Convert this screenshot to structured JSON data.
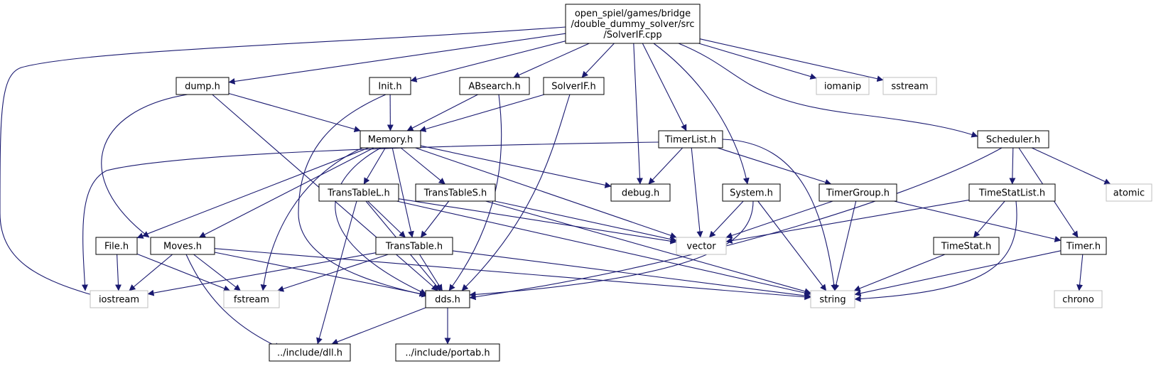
{
  "colors": {
    "edge": "#191970",
    "node_border": "#000000",
    "external_border": "#bfbfbf",
    "root_fill": "#bfbfbf",
    "node_fill": "#ffffff",
    "text": "#000000"
  },
  "nodes": [
    {
      "id": "root",
      "lines": [
        "open_spiel/games/bridge",
        "/double_dummy_solver/src",
        "/SolverIF.cpp"
      ],
      "kind": "root"
    },
    {
      "id": "dump",
      "lines": [
        "dump.h"
      ],
      "kind": "local"
    },
    {
      "id": "init",
      "lines": [
        "Init.h"
      ],
      "kind": "local"
    },
    {
      "id": "absearch",
      "lines": [
        "ABsearch.h"
      ],
      "kind": "local"
    },
    {
      "id": "solverif",
      "lines": [
        "SolverIF.h"
      ],
      "kind": "local"
    },
    {
      "id": "iomanip",
      "lines": [
        "iomanip"
      ],
      "kind": "external"
    },
    {
      "id": "sstream",
      "lines": [
        "sstream"
      ],
      "kind": "external"
    },
    {
      "id": "memory",
      "lines": [
        "Memory.h"
      ],
      "kind": "local"
    },
    {
      "id": "timerlist",
      "lines": [
        "TimerList.h"
      ],
      "kind": "local"
    },
    {
      "id": "scheduler",
      "lines": [
        "Scheduler.h"
      ],
      "kind": "local"
    },
    {
      "id": "transtablel",
      "lines": [
        "TransTableL.h"
      ],
      "kind": "local"
    },
    {
      "id": "transtables",
      "lines": [
        "TransTableS.h"
      ],
      "kind": "local"
    },
    {
      "id": "debug",
      "lines": [
        "debug.h"
      ],
      "kind": "local"
    },
    {
      "id": "system",
      "lines": [
        "System.h"
      ],
      "kind": "local"
    },
    {
      "id": "timergroup",
      "lines": [
        "TimerGroup.h"
      ],
      "kind": "local"
    },
    {
      "id": "timestatlist",
      "lines": [
        "TimeStatList.h"
      ],
      "kind": "local"
    },
    {
      "id": "atomic",
      "lines": [
        "atomic"
      ],
      "kind": "external"
    },
    {
      "id": "file",
      "lines": [
        "File.h"
      ],
      "kind": "local"
    },
    {
      "id": "moves",
      "lines": [
        "Moves.h"
      ],
      "kind": "local"
    },
    {
      "id": "transtable",
      "lines": [
        "TransTable.h"
      ],
      "kind": "local"
    },
    {
      "id": "vector",
      "lines": [
        "vector"
      ],
      "kind": "external"
    },
    {
      "id": "timestat",
      "lines": [
        "TimeStat.h"
      ],
      "kind": "local"
    },
    {
      "id": "timer",
      "lines": [
        "Timer.h"
      ],
      "kind": "local"
    },
    {
      "id": "iostream",
      "lines": [
        "iostream"
      ],
      "kind": "external"
    },
    {
      "id": "fstream",
      "lines": [
        "fstream"
      ],
      "kind": "external"
    },
    {
      "id": "dds",
      "lines": [
        "dds.h"
      ],
      "kind": "local"
    },
    {
      "id": "string",
      "lines": [
        "string"
      ],
      "kind": "external"
    },
    {
      "id": "chrono",
      "lines": [
        "chrono"
      ],
      "kind": "external"
    },
    {
      "id": "dll",
      "lines": [
        "../include/dll.h"
      ],
      "kind": "local"
    },
    {
      "id": "portab",
      "lines": [
        "../include/portab.h"
      ],
      "kind": "local"
    }
  ],
  "edges": [
    [
      "root",
      "iostream"
    ],
    [
      "root",
      "dump"
    ],
    [
      "root",
      "init"
    ],
    [
      "root",
      "absearch"
    ],
    [
      "root",
      "solverif"
    ],
    [
      "root",
      "debug"
    ],
    [
      "root",
      "timerlist"
    ],
    [
      "root",
      "system"
    ],
    [
      "root",
      "scheduler"
    ],
    [
      "root",
      "iomanip"
    ],
    [
      "root",
      "sstream"
    ],
    [
      "dump",
      "moves"
    ],
    [
      "dump",
      "dds"
    ],
    [
      "dump",
      "memory"
    ],
    [
      "init",
      "memory"
    ],
    [
      "init",
      "dds"
    ],
    [
      "absearch",
      "memory"
    ],
    [
      "absearch",
      "dds"
    ],
    [
      "solverif",
      "memory"
    ],
    [
      "solverif",
      "dds"
    ],
    [
      "memory",
      "file"
    ],
    [
      "memory",
      "moves"
    ],
    [
      "memory",
      "transtable"
    ],
    [
      "memory",
      "transtablel"
    ],
    [
      "memory",
      "transtables"
    ],
    [
      "memory",
      "debug"
    ],
    [
      "memory",
      "vector"
    ],
    [
      "memory",
      "dds"
    ],
    [
      "memory",
      "fstream"
    ],
    [
      "timerlist",
      "iostream"
    ],
    [
      "timerlist",
      "debug"
    ],
    [
      "timerlist",
      "vector"
    ],
    [
      "timerlist",
      "timergroup"
    ],
    [
      "timerlist",
      "string"
    ],
    [
      "transtablel",
      "transtable"
    ],
    [
      "transtablel",
      "vector"
    ],
    [
      "transtablel",
      "dds"
    ],
    [
      "transtablel",
      "dll"
    ],
    [
      "transtablel",
      "string"
    ],
    [
      "transtables",
      "transtable"
    ],
    [
      "transtables",
      "vector"
    ],
    [
      "transtables",
      "string"
    ],
    [
      "system",
      "vector"
    ],
    [
      "system",
      "string"
    ],
    [
      "system",
      "dds"
    ],
    [
      "timergroup",
      "vector"
    ],
    [
      "timergroup",
      "string"
    ],
    [
      "timergroup",
      "timer"
    ],
    [
      "scheduler",
      "timestatlist"
    ],
    [
      "scheduler",
      "timer"
    ],
    [
      "scheduler",
      "atomic"
    ],
    [
      "scheduler",
      "dds"
    ],
    [
      "timestatlist",
      "vector"
    ],
    [
      "timestatlist",
      "timestat"
    ],
    [
      "timestatlist",
      "string"
    ],
    [
      "file",
      "iostream"
    ],
    [
      "file",
      "fstream"
    ],
    [
      "moves",
      "iostream"
    ],
    [
      "moves",
      "fstream"
    ],
    [
      "moves",
      "dds"
    ],
    [
      "moves",
      "string"
    ],
    [
      "moves",
      "dll"
    ],
    [
      "transtable",
      "iostream"
    ],
    [
      "transtable",
      "fstream"
    ],
    [
      "transtable",
      "dds"
    ],
    [
      "transtable",
      "string"
    ],
    [
      "timestat",
      "string"
    ],
    [
      "timer",
      "chrono"
    ],
    [
      "timer",
      "string"
    ],
    [
      "dds",
      "dll"
    ],
    [
      "dds",
      "portab"
    ]
  ]
}
